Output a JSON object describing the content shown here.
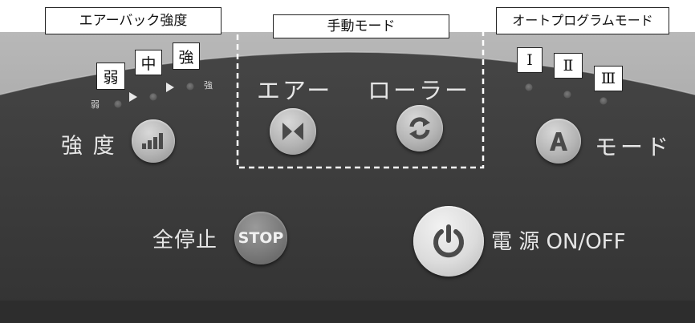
{
  "callouts": {
    "intensity": "エアーバック強度",
    "manual_mode": "手動モード",
    "auto_program_mode": "オートプログラムモード"
  },
  "intensity_levels": {
    "weak": "弱",
    "medium": "中",
    "strong": "強"
  },
  "program_tags": [
    "Ⅰ",
    "Ⅱ",
    "Ⅲ"
  ],
  "panel_labels": {
    "weak_small": "弱",
    "strong_small": "強",
    "intensity": "強 度",
    "air": "エアー",
    "roller": "ローラー",
    "mode": "モード",
    "all_stop": "全停止",
    "stop_button": "STOP",
    "power": "電 源 ON/OFF"
  },
  "colors": {
    "panel_dark": "#3a3a3a",
    "panel_top": "#9c9c9c",
    "label_text": "#e6e6e6",
    "dashed_outline": "#ffffff"
  },
  "icons": {
    "intensity_button": "signal-bars-icon",
    "air_button": "bowtie-icon",
    "roller_button": "rotate-icon",
    "auto_button": "letter-a-icon",
    "stop_button": "stop-text",
    "power_button": "power-icon"
  }
}
